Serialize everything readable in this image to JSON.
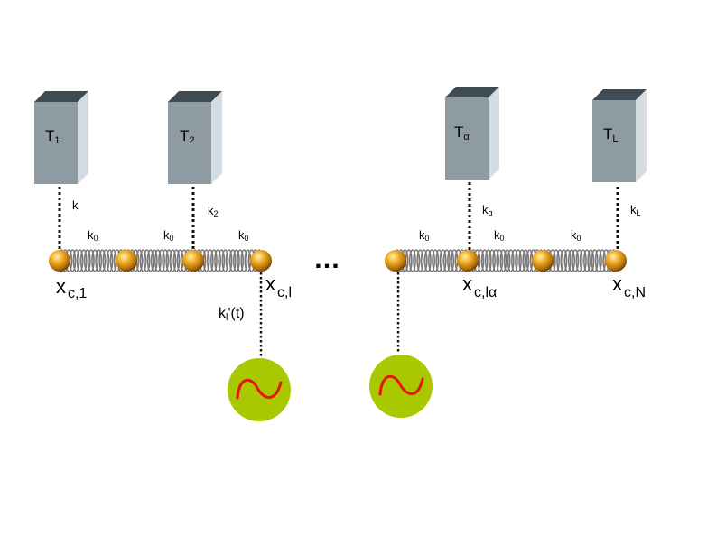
{
  "reservoirs": [
    {
      "base": "T",
      "sub": "1"
    },
    {
      "base": "T",
      "sub": "2"
    },
    {
      "base": "T",
      "sub": "α"
    },
    {
      "base": "T",
      "sub": "L"
    }
  ],
  "reservoir_couplings": [
    {
      "base": "k",
      "sub": "l"
    },
    {
      "base": "k",
      "sub": "2"
    },
    {
      "base": "k",
      "sub": "α"
    },
    {
      "base": "k",
      "sub": "L"
    }
  ],
  "spring_labels": [
    {
      "base": "k",
      "sub": "0"
    },
    {
      "base": "k",
      "sub": "0"
    },
    {
      "base": "k",
      "sub": "0"
    },
    {
      "base": "k",
      "sub": "0"
    },
    {
      "base": "k",
      "sub": "0"
    },
    {
      "base": "k",
      "sub": "0"
    }
  ],
  "node_labels": [
    {
      "base": "x",
      "sub": "c,1"
    },
    {
      "base": "x",
      "sub": "c,l"
    },
    {
      "base": "x",
      "sub": "c,lα"
    },
    {
      "base": "x",
      "sub": "c,N"
    }
  ],
  "drive_coupling": {
    "base": "k",
    "sub": "l",
    "suffix": "'(t)"
  },
  "ellipsis": "…",
  "colors": {
    "box_front": "#8e9ba3",
    "box_top": "#3e4b52",
    "box_side": "#d4dde2",
    "bead": "#d4900e",
    "spring": "#7a7a7a",
    "drive_fill": "#a9c800",
    "drive_wave": "#e8140a"
  }
}
